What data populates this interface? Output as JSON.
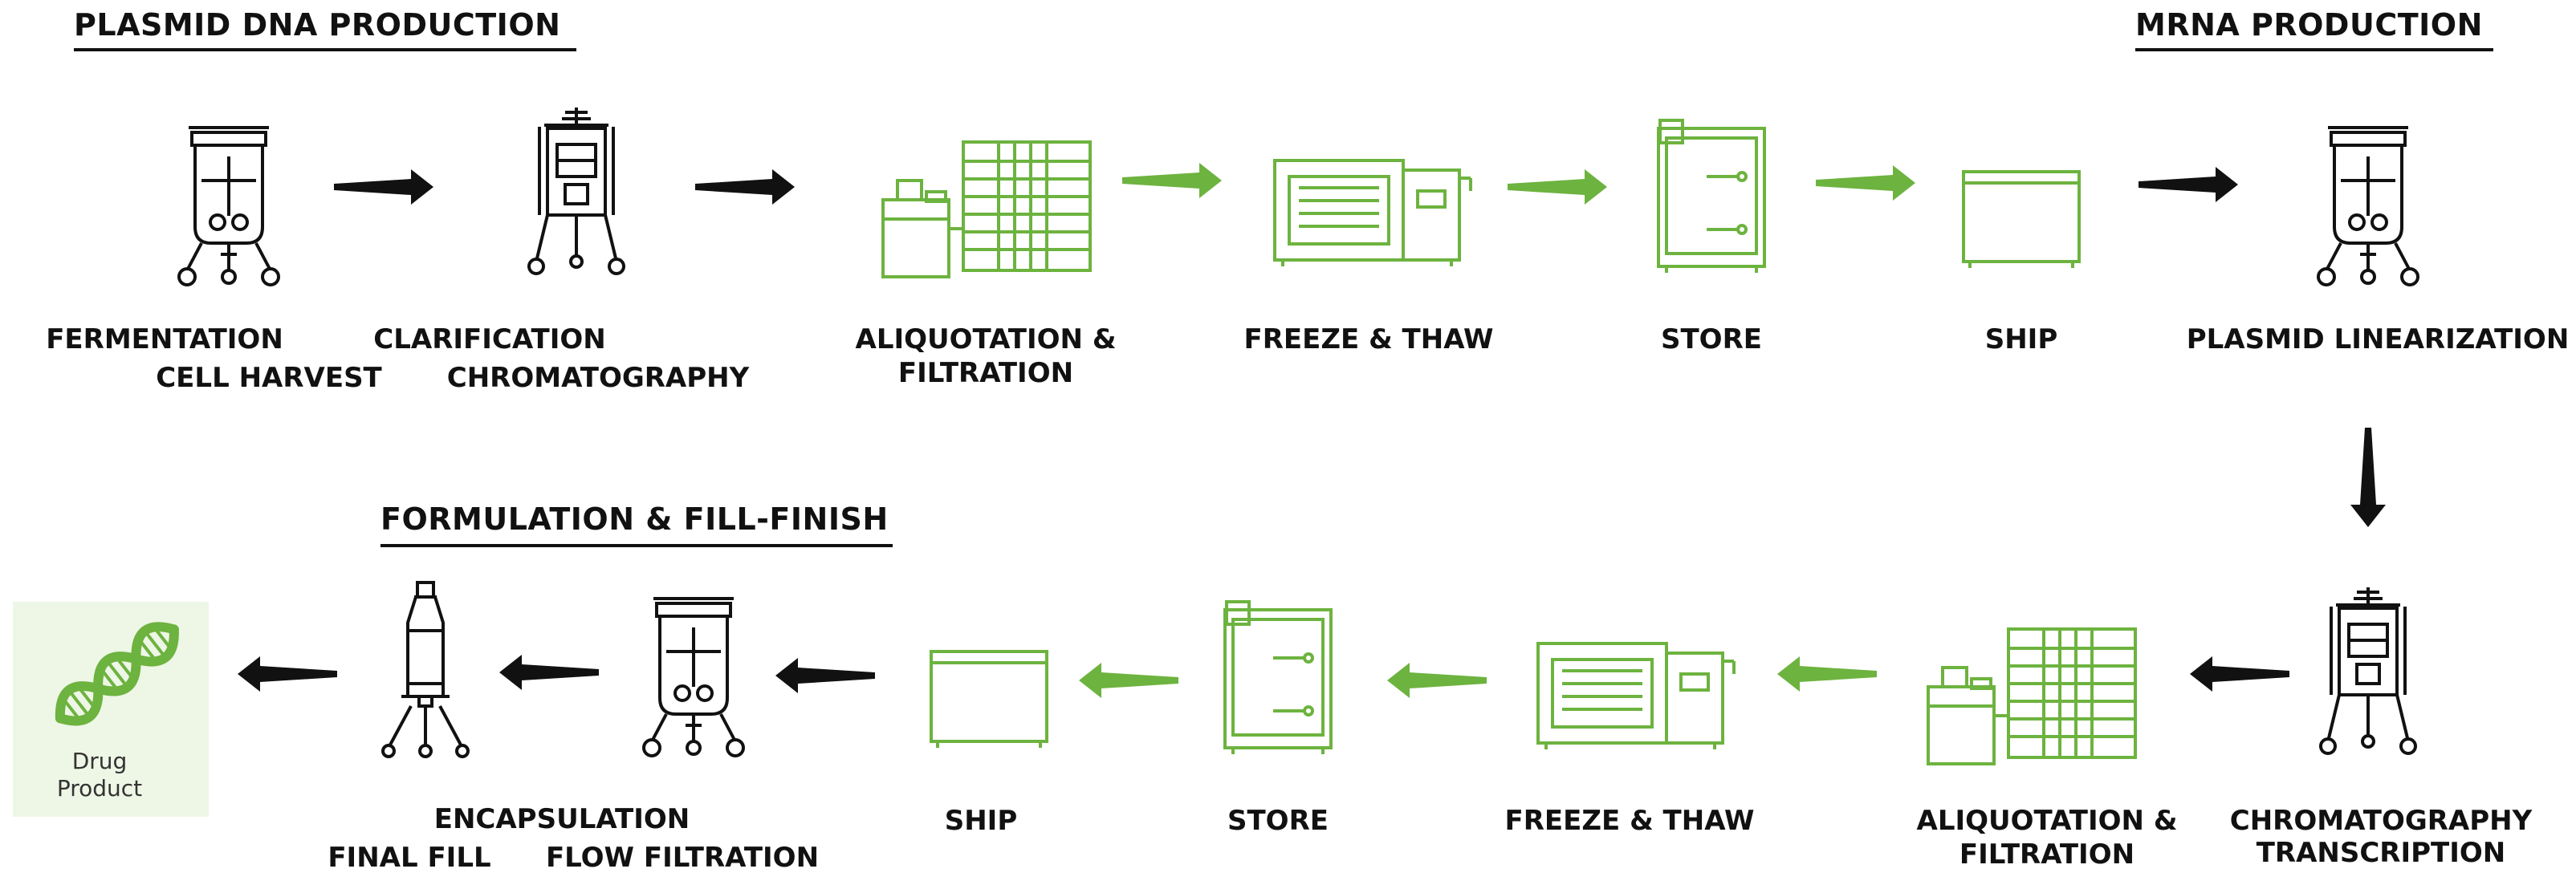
{
  "colors": {
    "accent": "#6db33f",
    "dark": "#111111",
    "drug_panel": "#eef6e6"
  },
  "sections": {
    "plasmid_dna": "PLASMID DNA PRODUCTION",
    "mrna": "MRNA PRODUCTION",
    "formulation": "FORMULATION & FILL-FINISH"
  },
  "row1": {
    "fermentation": "FERMENTATION",
    "cell_harvest": "CELL HARVEST",
    "clarification": "CLARIFICATION",
    "chromatography": "CHROMATOGRAPHY",
    "aliquotation_1": "ALIQUOTATION &",
    "aliquotation_2": "FILTRATION",
    "freeze_thaw": "FREEZE & THAW",
    "store": "STORE",
    "ship": "SHIP",
    "linearization": "PLASMID LINEARIZATION"
  },
  "row2": {
    "chromatography": "CHROMATOGRAPHY",
    "transcription": "TRANSCRIPTION",
    "aliquotation_1": "ALIQUOTATION &",
    "aliquotation_2": "FILTRATION",
    "freeze_thaw": "FREEZE & THAW",
    "store": "STORE",
    "ship": "SHIP",
    "encapsulation": "ENCAPSULATION",
    "flow_filtration": "FLOW FILTRATION",
    "final_fill": "FINAL FILL"
  },
  "drug_product": {
    "line1": "Drug",
    "line2": "Product",
    "icon": "dna-helix-icon"
  }
}
